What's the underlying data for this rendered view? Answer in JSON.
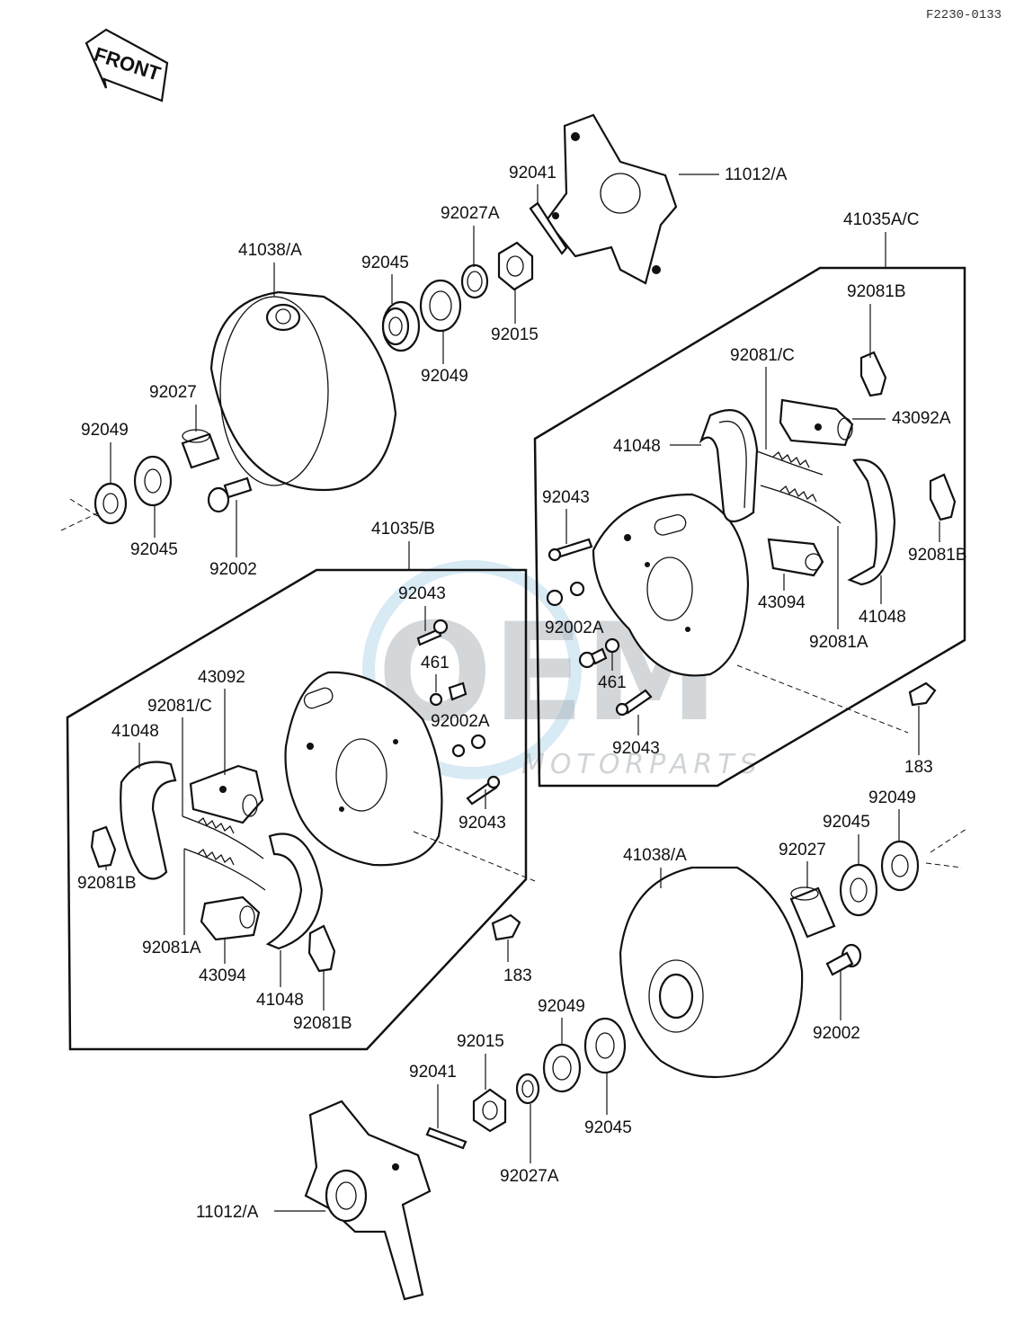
{
  "drawing_code": "F2230-0133",
  "front_marker": "FRONT",
  "watermark": {
    "brand": "OEM",
    "sub": "MOTORPARTS"
  },
  "assemblies": {
    "left_box": "41035/B",
    "right_box": "41035A/C"
  },
  "labels": {
    "top_hub": "11012/A",
    "top_pin": "92041",
    "top_washer": "92027A",
    "top_drum": "41038/A",
    "top_bearing_a": "92045",
    "top_nut": "92015",
    "top_seal_a": "92049",
    "top_spacer": "92027",
    "top_seal_b": "92049",
    "top_bearing_b": "92045",
    "top_bolt": "92002",
    "r_spring_clip_top": "92081B",
    "r_spring_c": "92081/C",
    "r_cyl_top": "43092A",
    "r_shoe_left": "41048",
    "r_pin": "92043",
    "r_bolt": "92002A",
    "r_washer": "461",
    "r_cyl_bottom": "43094",
    "r_shoe_right": "41048",
    "r_spring_clip_right": "92081B",
    "r_spring_a": "92081A",
    "r_pin_bottom": "92043",
    "r_bleeder": "183",
    "l_pin_top": "92043",
    "l_washer": "461",
    "l_bolt": "92002A",
    "l_cylinder": "43092",
    "l_spring_c": "92081/C",
    "l_shoe_left": "41048",
    "l_pin_bottom": "92043",
    "l_clip_left": "92081B",
    "l_spring_a": "92081A",
    "l_cyl_bottom": "43094",
    "l_shoe_bottom": "41048",
    "l_clip_bottom": "92081B",
    "l_bleeder": "183",
    "b_drum": "41038/A",
    "b_spacer": "92027",
    "b_bearing_a": "92045",
    "b_seal_a": "92049",
    "b_bolt": "92002",
    "b_seal_b": "92049",
    "b_nut": "92015",
    "b_pin": "92041",
    "b_bearing_b": "92045",
    "b_washer": "92027A",
    "b_hub": "11012/A"
  }
}
